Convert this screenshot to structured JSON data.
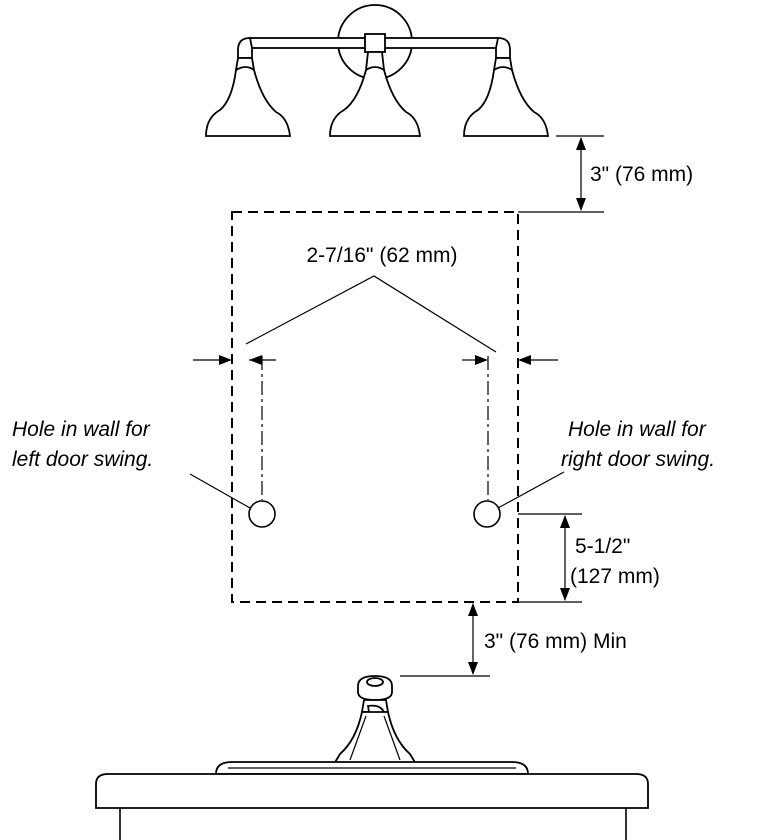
{
  "diagram": {
    "dim_top_gap": "3\" (76 mm)",
    "dim_hole_spacing": "2-7/16\" (62 mm)",
    "hole_left_line1": "Hole in wall for",
    "hole_left_line2": "left door swing.",
    "hole_right_line1": "Hole in wall for",
    "hole_right_line2": "right door swing.",
    "dim_hole_height_line1": "5-1/2\"",
    "dim_hole_height_line2": "(127 mm)",
    "dim_bottom_gap": "3\" (76 mm) Min"
  }
}
